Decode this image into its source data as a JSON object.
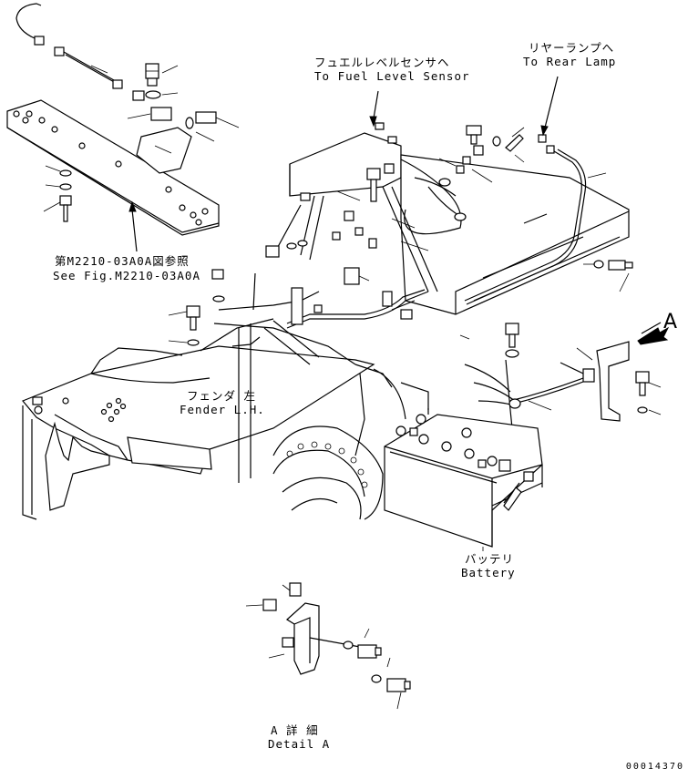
{
  "labels": {
    "fuel_sensor_jp": "フュエルレベルセンサヘ",
    "fuel_sensor_en": "To Fuel Level Sensor",
    "rear_lamp_jp": "リヤーランプへ",
    "rear_lamp_en": "To Rear Lamp",
    "see_fig_jp": "第M2210-03A0A図参照",
    "see_fig_en": "See Fig.M2210-03A0A",
    "fender_jp": "フェンダ 左",
    "fender_en": "Fender L.H.",
    "battery_jp": "バッテリ",
    "battery_en": "Battery",
    "detail_jp": "A 詳 細",
    "detail_en": "Detail A",
    "view_marker": "A",
    "doc_number": "00014370"
  }
}
